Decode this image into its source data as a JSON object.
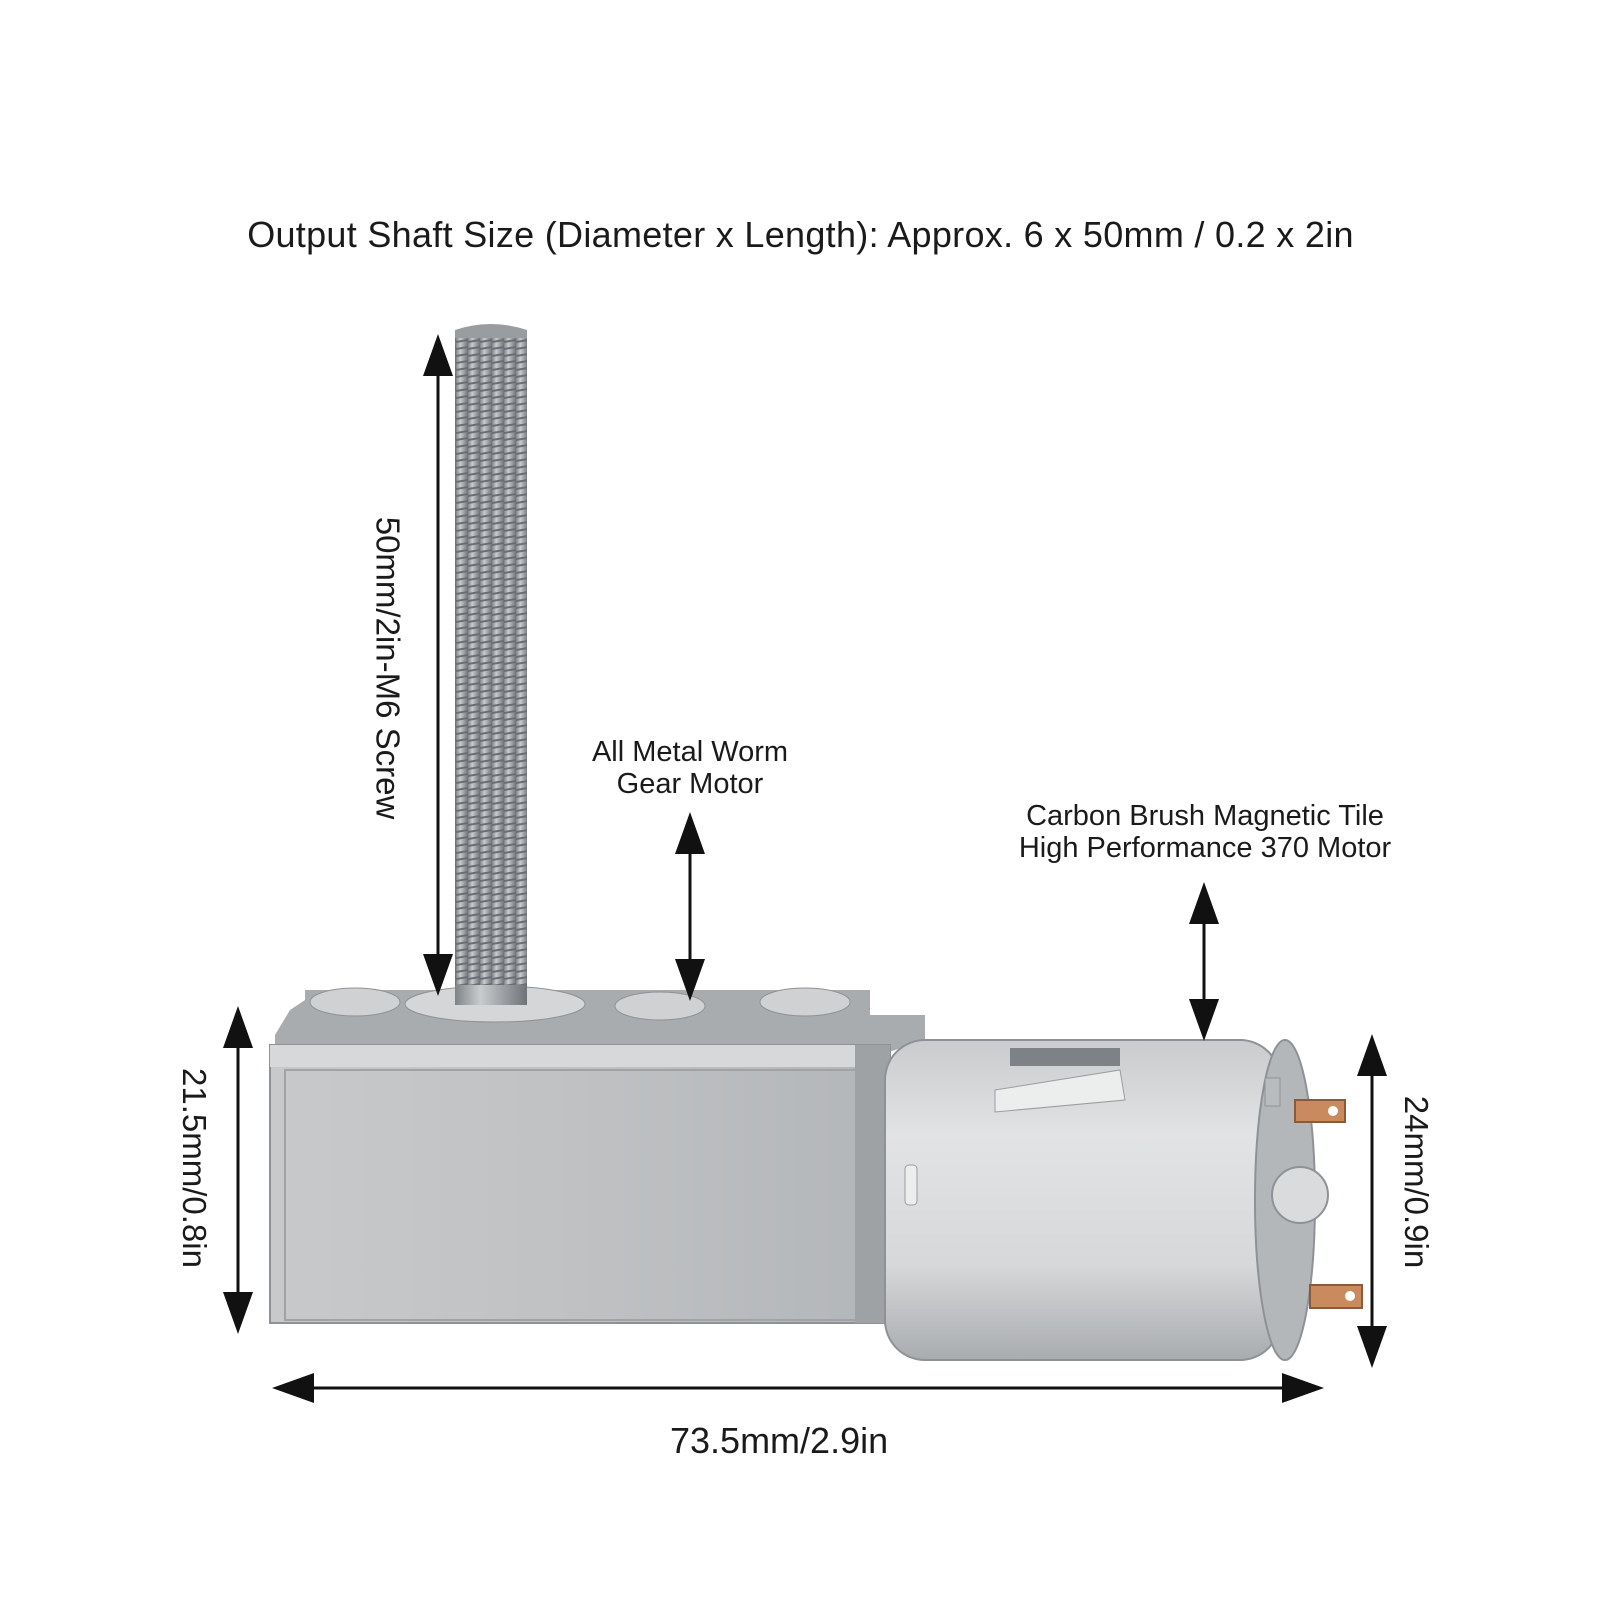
{
  "title": "Output Shaft Size (Diameter x Length): Approx. 6 x 50mm / 0.2 x 2in",
  "labels": {
    "screw": "50mm/2in-M6 Screw",
    "gearbox_line1": "All Metal Worm",
    "gearbox_line2": "Gear Motor",
    "motor_line1": "Carbon Brush Magnetic Tile",
    "motor_line2": "High Performance 370 Motor",
    "gearbox_height": "21.5mm/0.8in",
    "motor_diameter": "24mm/0.9in",
    "total_length": "73.5mm/2.9in"
  },
  "colors": {
    "text": "#1a1a1a",
    "metal_light": "#d8dadc",
    "metal_mid": "#b9bcbf",
    "metal_dark": "#8e9296",
    "terminal": "#c98a5e"
  }
}
